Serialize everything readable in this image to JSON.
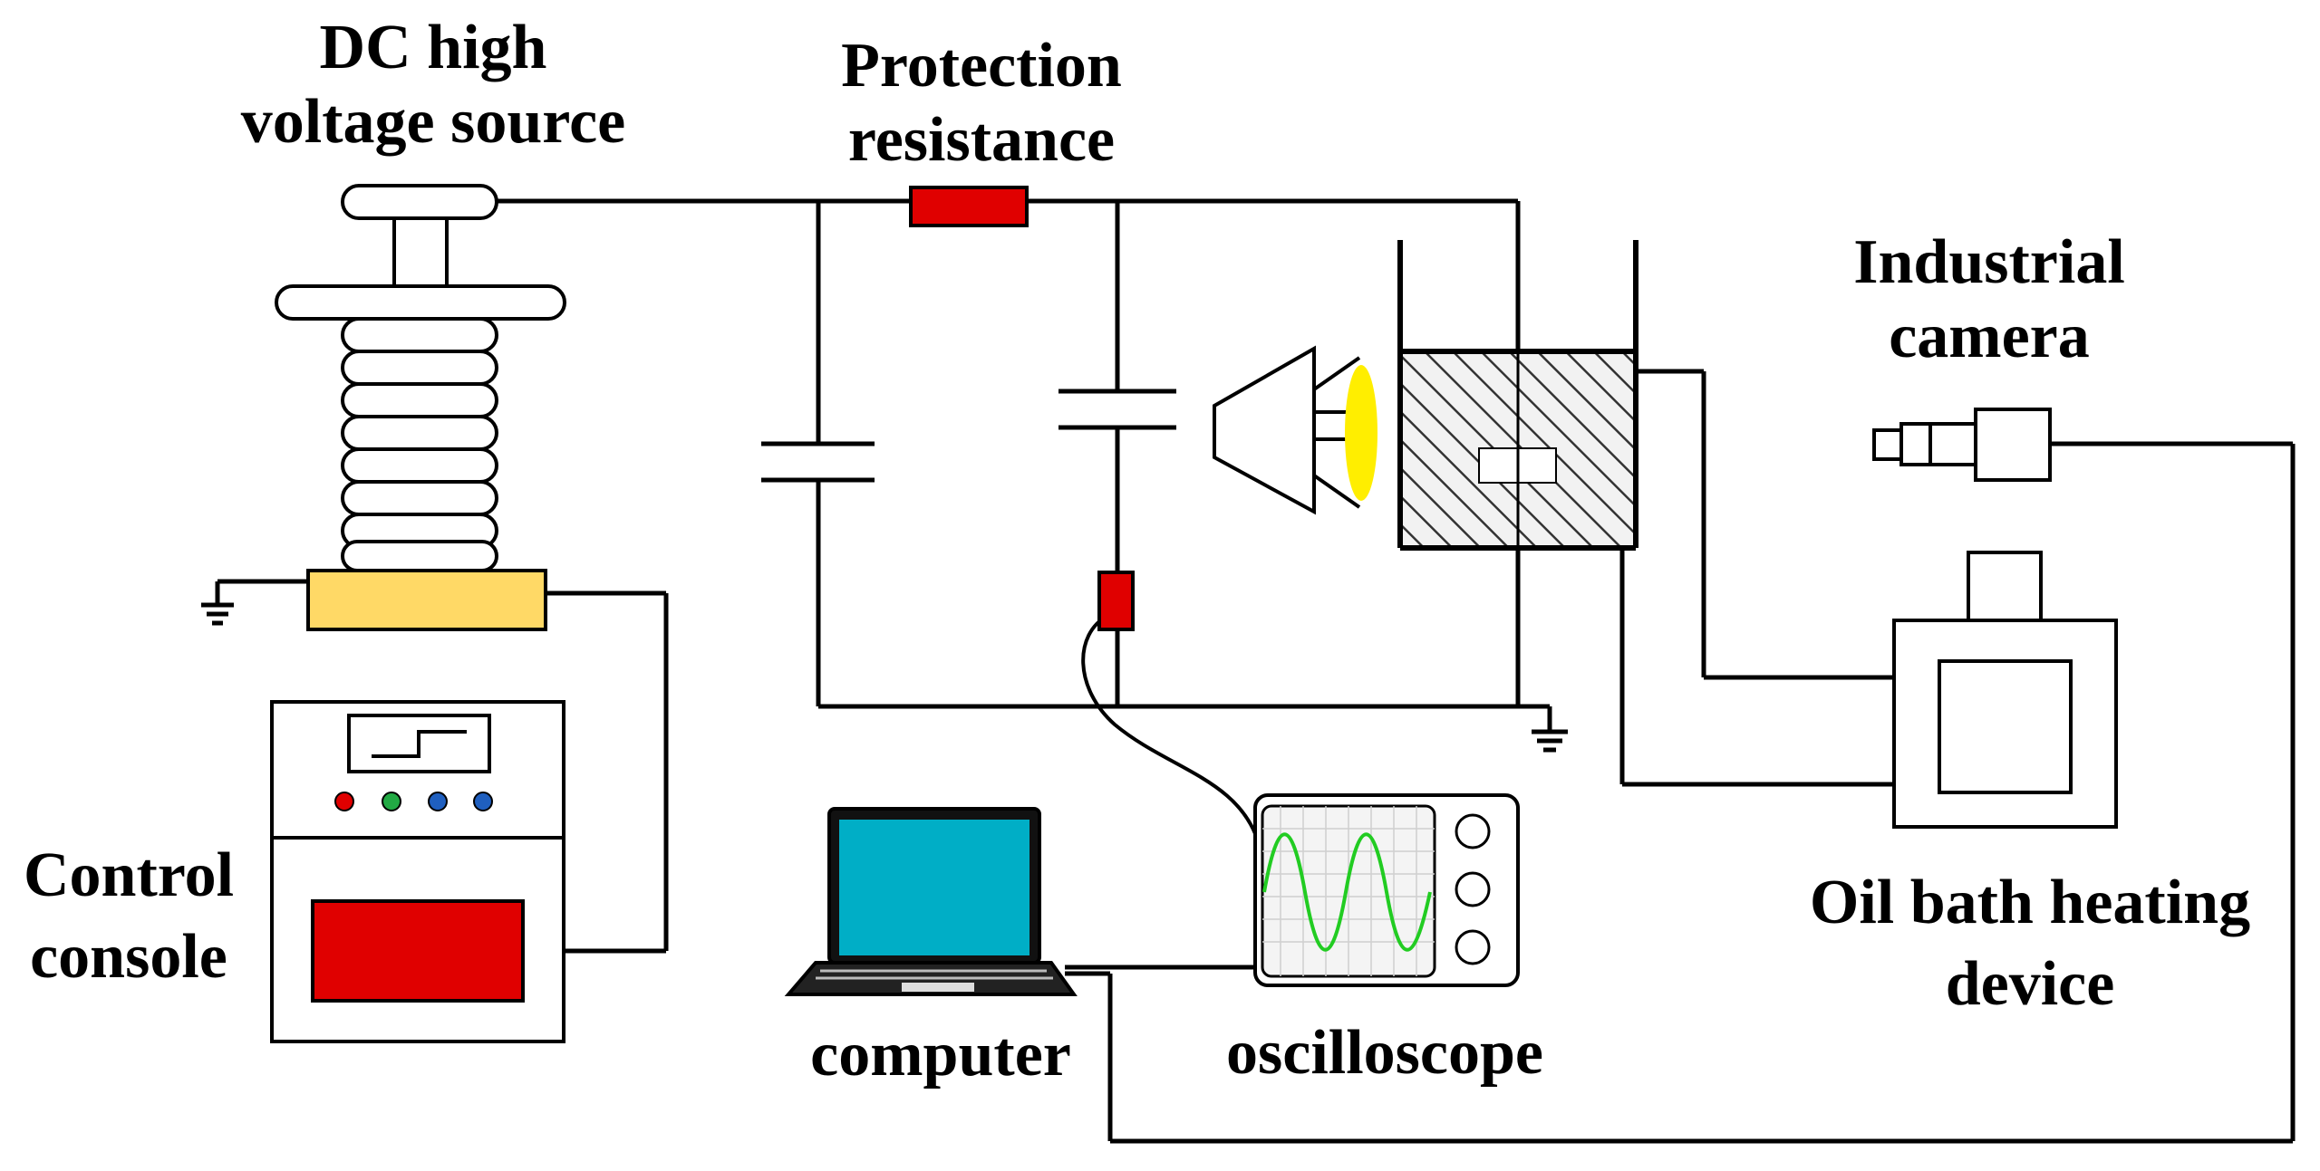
{
  "labels": {
    "dc_source": {
      "line1": "DC high",
      "line2": "voltage source"
    },
    "protection": {
      "line1": "Protection",
      "line2": "resistance"
    },
    "camera": {
      "line1": "Industrial",
      "line2": "camera"
    },
    "console": {
      "line1": "Control",
      "line2": "console"
    },
    "oil_bath": {
      "line1": "Oil bath heating",
      "line2": "device"
    },
    "computer": "computer",
    "oscilloscope": "oscilloscope"
  },
  "colors": {
    "wire": "#000000",
    "resistor": "#e00000",
    "transformer_base": "#ffd966",
    "console_display": "#e00000",
    "laptop_screen": "#00aec6",
    "light_source": "#ffee00",
    "waveform": "#22cc22",
    "oil_hatch": "#333333",
    "console_buttons": [
      "#e00000",
      "#22aa44",
      "#1f5fbf",
      "#1f5fbf"
    ]
  },
  "icons": {
    "ground": "ground-symbol-icon",
    "capacitor": "capacitor-icon",
    "resistor": "resistor-icon",
    "light": "light-source-icon"
  }
}
